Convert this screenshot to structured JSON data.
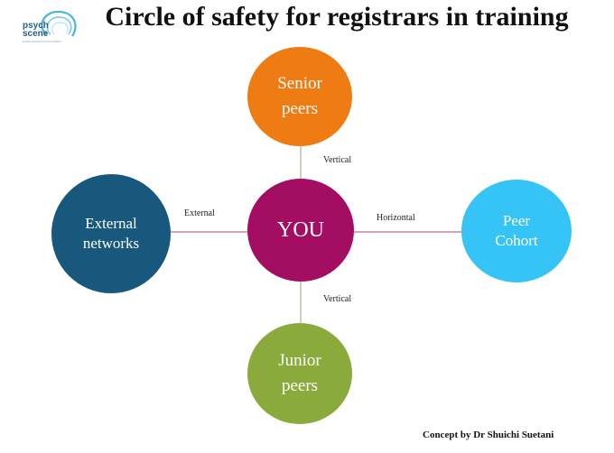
{
  "logo": {
    "line1": "psych",
    "line2": "scene",
    "tagline": "EXCELLENCE IN PSYCHIATRY"
  },
  "title": "Circle of safety for registrars in training",
  "nodes": {
    "senior": {
      "line1": "Senior",
      "line2": "peers",
      "color": "#ee7c12"
    },
    "you": {
      "label": "YOU",
      "color": "#a30d62"
    },
    "junior": {
      "line1": "Junior",
      "line2": "peers",
      "color": "#8aaa3b"
    },
    "external": {
      "line1": "External",
      "line2": "networks",
      "color": "#17587c"
    },
    "peer": {
      "line1": "Peer",
      "line2": "Cohort",
      "color": "#36c3f6"
    }
  },
  "edges": {
    "vertical_top": "Vertical",
    "vertical_bottom": "Vertical",
    "external": "External",
    "horizontal": "Horizontal"
  },
  "credit": "Concept by Dr Shuichi Suetani"
}
